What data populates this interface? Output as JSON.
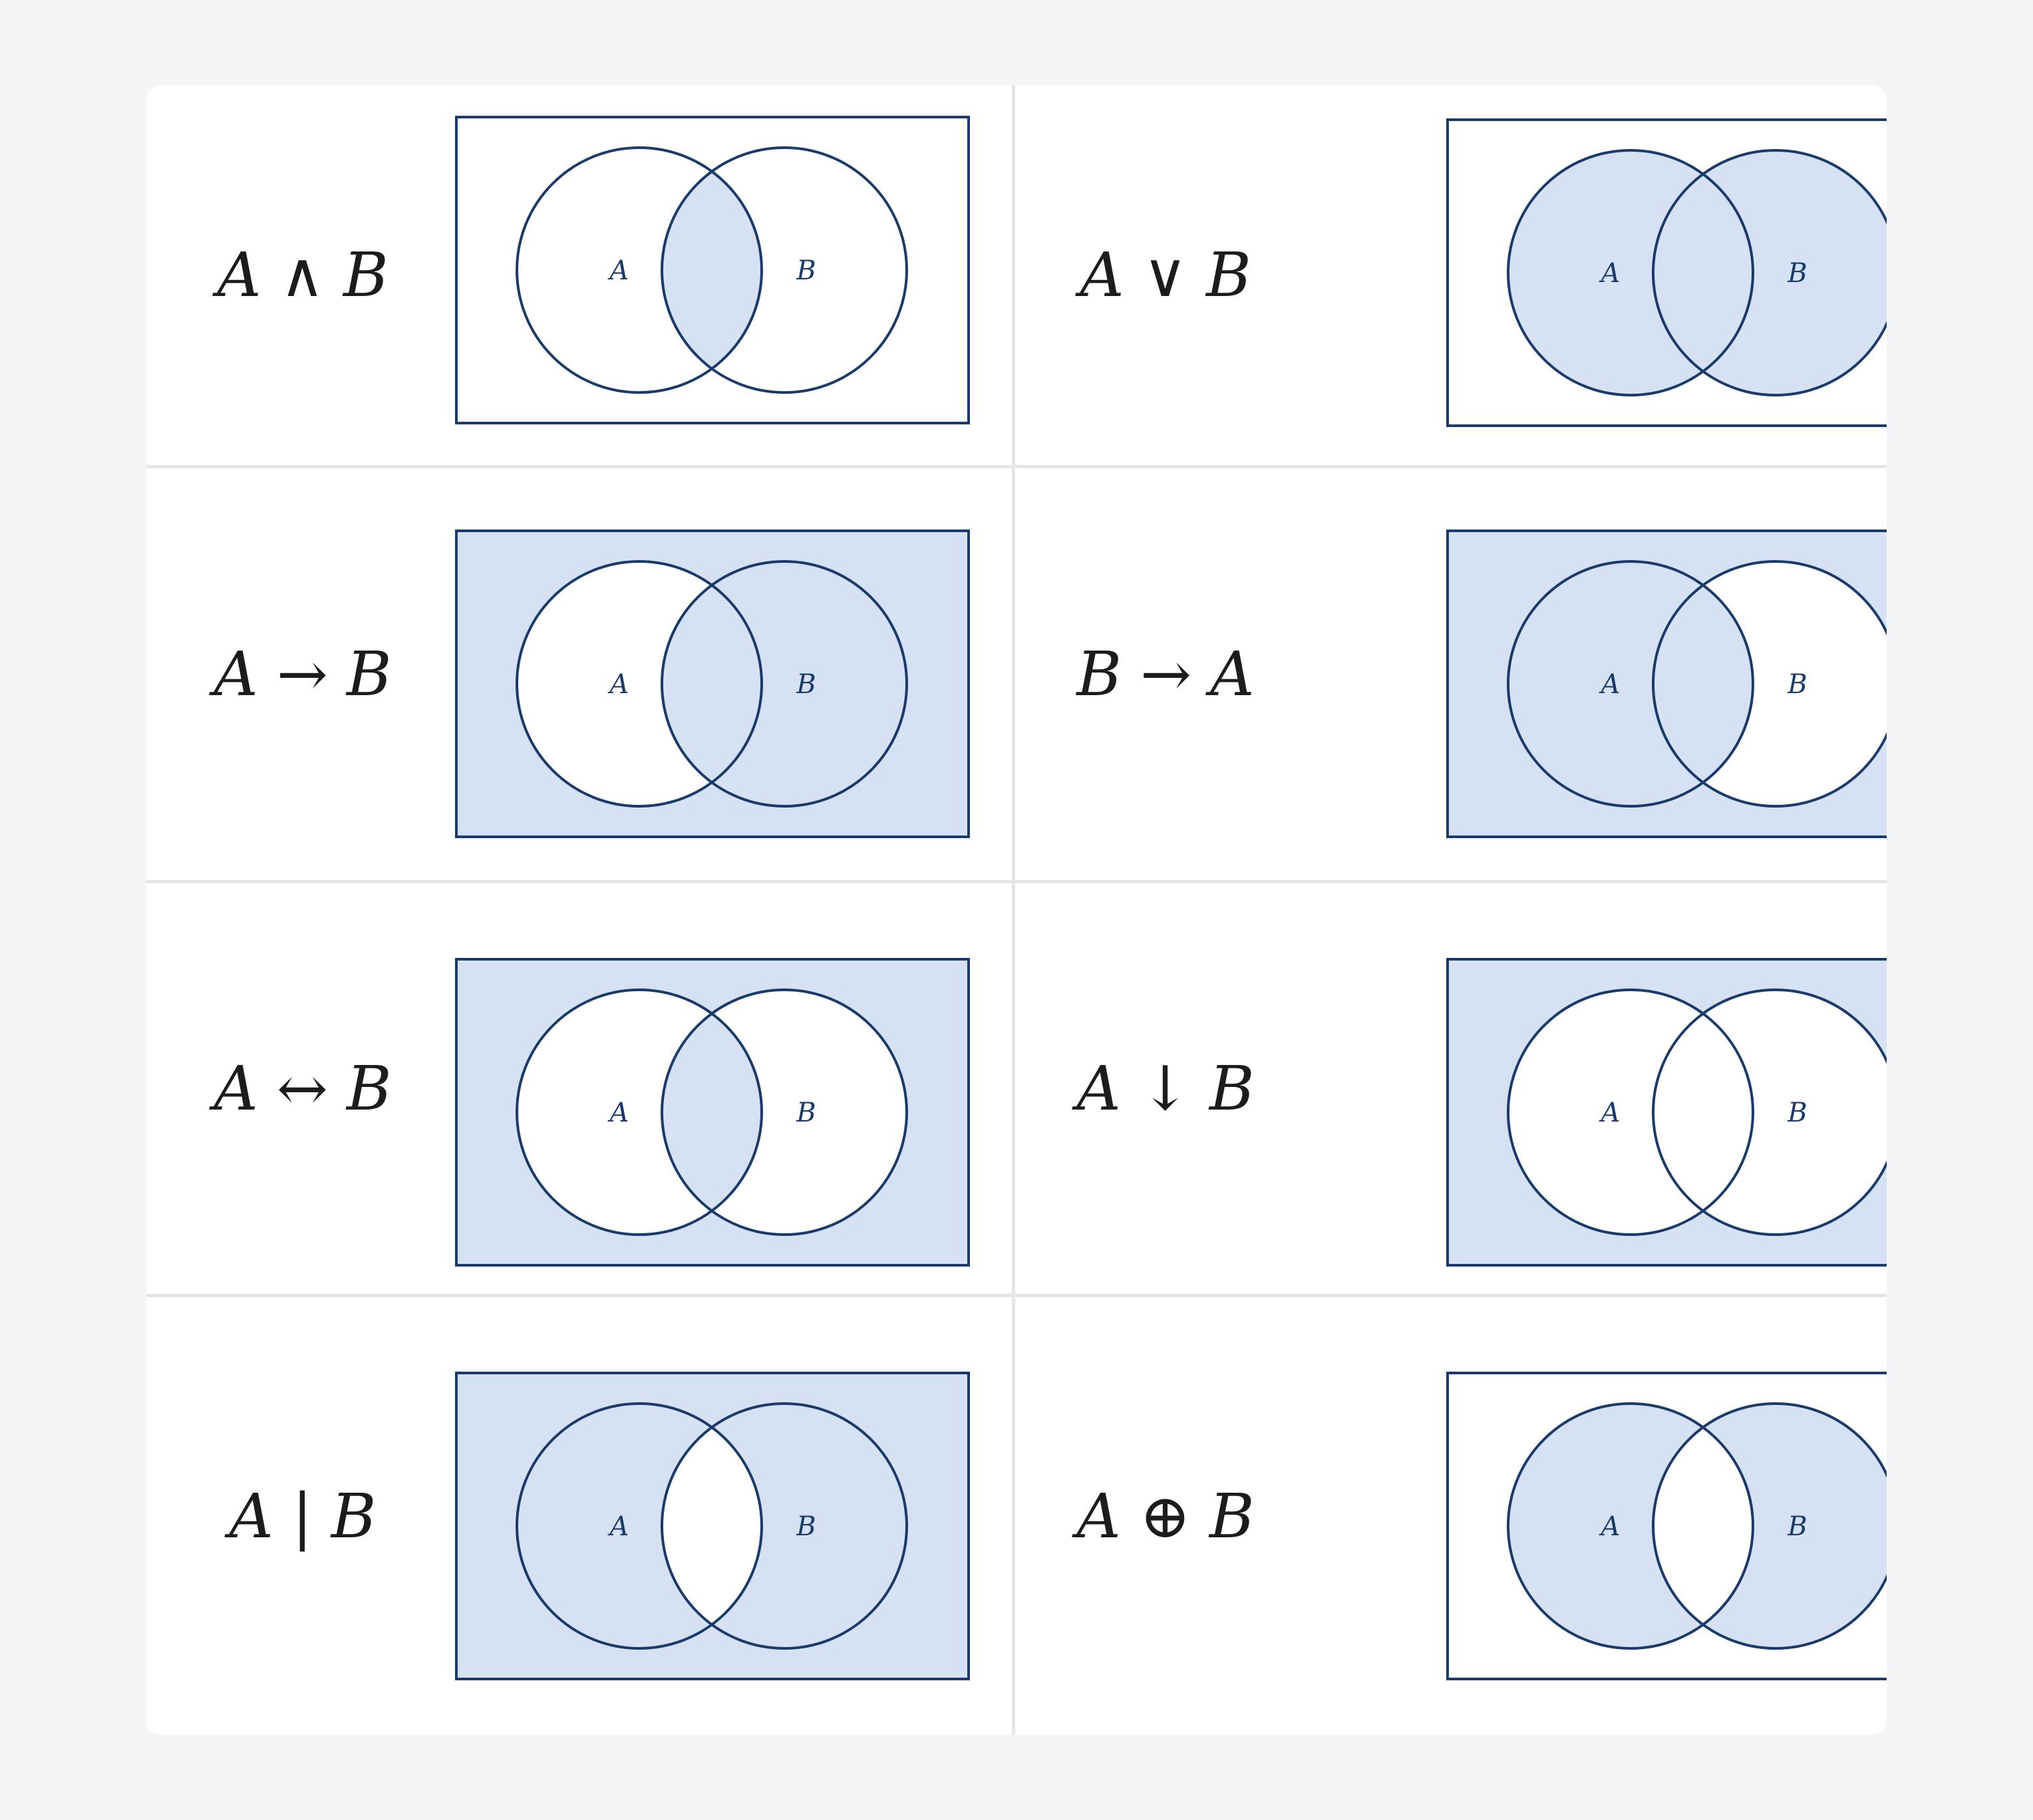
{
  "colors": {
    "shade": "#d6e2f4",
    "stroke": "#1a3a6b",
    "blank": "#ffffff"
  },
  "diagrams": [
    {
      "left": "A",
      "op": "∧",
      "right": "B",
      "set_label_a": "A",
      "set_label_b": "B",
      "shading": {
        "outside": false,
        "a_only": false,
        "both": true,
        "b_only": false
      }
    },
    {
      "left": "A",
      "op": "∨",
      "right": "B",
      "set_label_a": "A",
      "set_label_b": "B",
      "shading": {
        "outside": false,
        "a_only": true,
        "both": true,
        "b_only": true
      }
    },
    {
      "left": "A",
      "op": "→",
      "right": "B",
      "set_label_a": "A",
      "set_label_b": "B",
      "shading": {
        "outside": true,
        "a_only": false,
        "both": true,
        "b_only": true
      }
    },
    {
      "left": "B",
      "op": "→",
      "right": "A",
      "set_label_a": "A",
      "set_label_b": "B",
      "shading": {
        "outside": true,
        "a_only": true,
        "both": true,
        "b_only": false
      }
    },
    {
      "left": "A",
      "op": "↔",
      "right": "B",
      "set_label_a": "A",
      "set_label_b": "B",
      "shading": {
        "outside": true,
        "a_only": false,
        "both": true,
        "b_only": false
      }
    },
    {
      "left": "A",
      "op": "↓",
      "right": "B",
      "set_label_a": "A",
      "set_label_b": "B",
      "shading": {
        "outside": true,
        "a_only": false,
        "both": false,
        "b_only": false
      }
    },
    {
      "left": "A",
      "op": "|",
      "right": "B",
      "set_label_a": "A",
      "set_label_b": "B",
      "shading": {
        "outside": true,
        "a_only": true,
        "both": false,
        "b_only": true
      }
    },
    {
      "left": "A",
      "op": "⊕",
      "right": "B",
      "set_label_a": "A",
      "set_label_b": "B",
      "shading": {
        "outside": false,
        "a_only": true,
        "both": false,
        "b_only": true
      }
    }
  ]
}
